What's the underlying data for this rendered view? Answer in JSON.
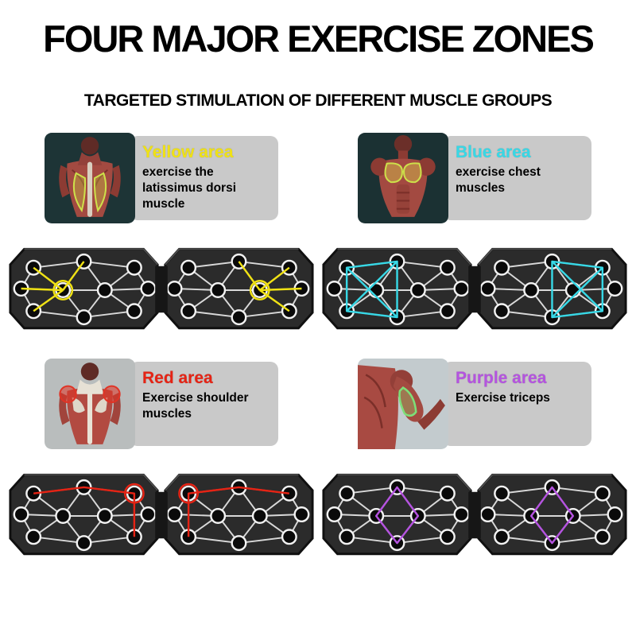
{
  "header": {
    "title": "FOUR MAJOR EXERCISE ZONES",
    "subtitle": "TARGETED STIMULATION OF DIFFERENT MUSCLE GROUPS"
  },
  "zones": [
    {
      "label": "Yellow area",
      "description": "exercise the latissimus dorsi muscle",
      "accent": "#f0e214"
    },
    {
      "label": "Blue area",
      "description": "exercise chest muscles",
      "accent": "#37d8e6"
    },
    {
      "label": "Red area",
      "description": "Exercise shoulder muscles",
      "accent": "#e62314"
    },
    {
      "label": "Purple area",
      "description": "Exercise triceps",
      "accent": "#b553e0"
    }
  ]
}
